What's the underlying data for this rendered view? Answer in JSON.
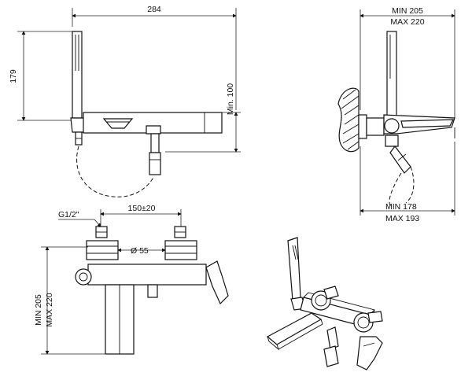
{
  "views": {
    "front": {
      "width_label": "284",
      "height_label": "179",
      "min_height_label": "Min. 100"
    },
    "side": {
      "top_min_label": "MIN 205",
      "top_max_label": "MAX 220",
      "bottom_min_label": "MIN 178",
      "bottom_max_label": "MAX 193"
    },
    "rear": {
      "thread_label": "G1/2\"",
      "spacing_label": "150±20",
      "diameter_label": "Ø 55",
      "height_min_label": "MIN 205",
      "height_max_label": "MAX 220"
    }
  }
}
